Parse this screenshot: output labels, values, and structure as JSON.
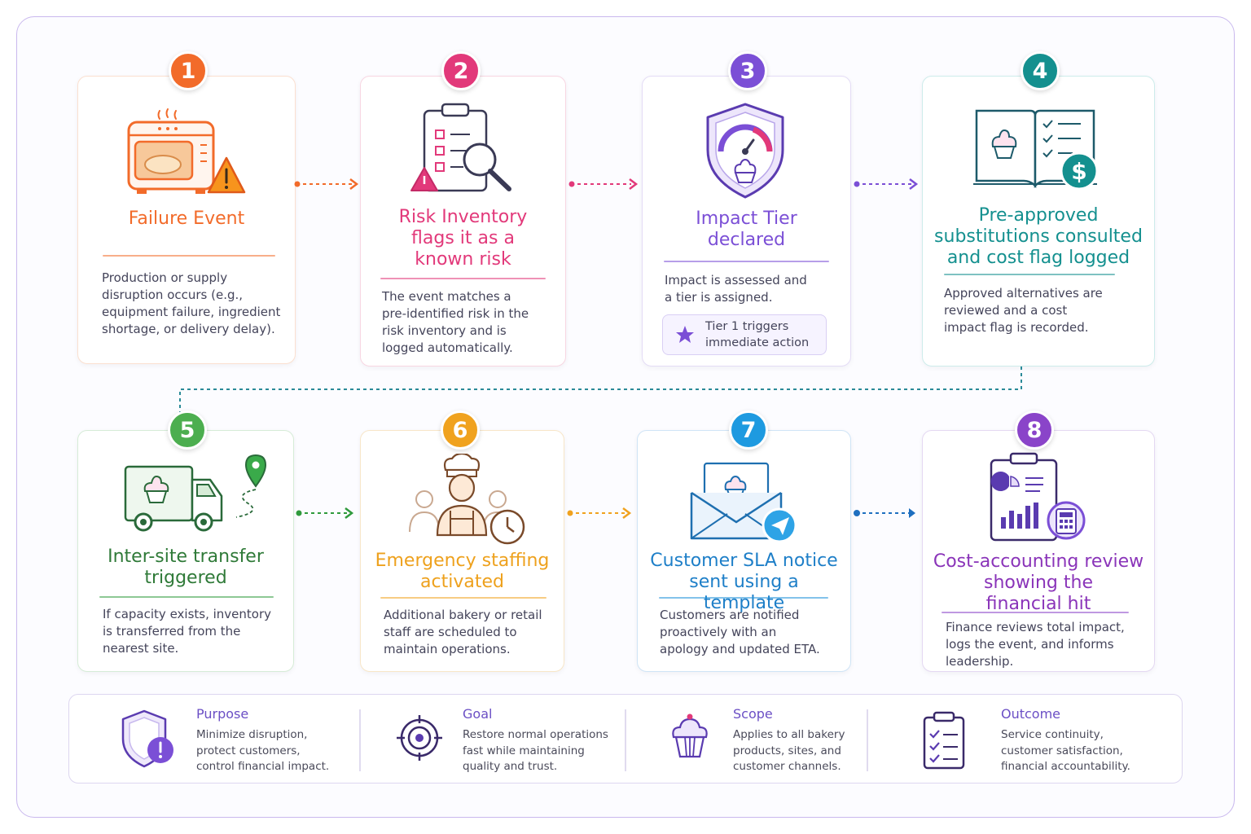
{
  "steps": [
    {
      "number": "1",
      "title": "Failure Event",
      "description": "Production or supply\ndisruption occurs (e.g.,\nequipment failure, ingredient\nshortage, or delivery delay).",
      "color": "#f26b2a"
    },
    {
      "number": "2",
      "title": "Risk Inventory\nflags it as a\nknown risk",
      "description": "The event matches a\npre-identified risk in the\nrisk inventory and is\nlogged automatically.",
      "color": "#e2397a"
    },
    {
      "number": "3",
      "title": "Impact Tier\ndeclared",
      "description": "Impact is assessed and\na tier is assigned.",
      "callout": "Tier 1 triggers\nimmediate action",
      "color": "#7b4fd6"
    },
    {
      "number": "4",
      "title": "Pre-approved\nsubstitutions consulted\nand cost flag logged",
      "description": "Approved alternatives are\nreviewed and a cost\nimpact flag is recorded.",
      "color": "#14908f"
    },
    {
      "number": "5",
      "title": "Inter-site transfer\ntriggered",
      "description": "If capacity exists, inventory\nis transferred from the\nnearest site.",
      "color": "#2f9a3c"
    },
    {
      "number": "6",
      "title": "Emergency staffing\nactivated",
      "description": "Additional bakery or retail\nstaff are scheduled to\nmaintain operations.",
      "color": "#f0a21e"
    },
    {
      "number": "7",
      "title": "Customer SLA notice\nsent using a template",
      "description": "Customers are notified\nproactively with an\napology and updated ETA.",
      "color": "#1e8fd8"
    },
    {
      "number": "8",
      "title": "Cost-accounting review\nshowing the\nfinancial hit",
      "description": "Finance reviews total impact,\nlogs the event, and informs\nleadership.",
      "color": "#8a44c9"
    }
  ],
  "summary": [
    {
      "label": "Purpose",
      "text": "Minimize disruption,\nprotect customers,\ncontrol financial impact."
    },
    {
      "label": "Goal",
      "text": "Restore normal operations\nfast while maintaining\nquality and trust."
    },
    {
      "label": "Scope",
      "text": "Applies to all bakery\nproducts, sites, and\ncustomer channels."
    },
    {
      "label": "Outcome",
      "text": "Service continuity,\ncustomer satisfaction,\nfinancial accountability."
    }
  ],
  "icons": [
    "oven-icon",
    "clipboard-search-icon",
    "shield-gauge-icon",
    "recipe-book-dollar-icon",
    "delivery-truck-icon",
    "baker-staff-icon",
    "email-send-icon",
    "finance-report-icon",
    "shield-alert-icon",
    "target-icon",
    "cupcake-icon",
    "checklist-icon"
  ],
  "colors": {
    "frame": "#c9b8ee",
    "accent": "#6b4fc5"
  }
}
